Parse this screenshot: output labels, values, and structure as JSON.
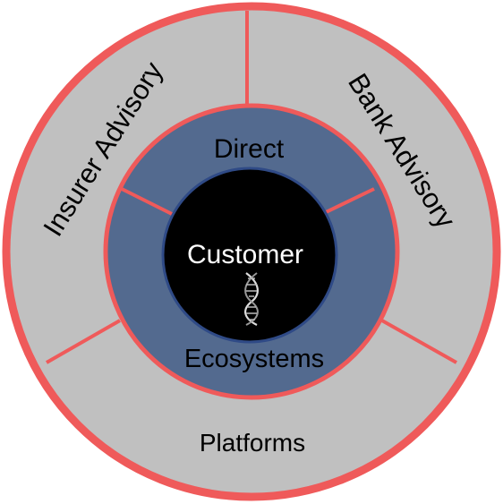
{
  "diagram": {
    "center_label": "Customer",
    "center_icon": "dna-helix-icon",
    "middle_ring": {
      "top_label": "Direct",
      "bottom_label": "Ecosystems"
    },
    "outer_ring": {
      "left_label": "Insurer Advisory",
      "right_label": "Bank Advisory",
      "bottom_label": "Platforms"
    }
  },
  "colors": {
    "outer_fill": "#c0c0c0",
    "outer_stroke": "#ef5a5a",
    "middle_fill": "#536a8f",
    "middle_stroke": "#ef5a5a",
    "inner_fill": "#000000",
    "inner_stroke": "#2f4a86",
    "text_dark": "#000000",
    "text_light": "#ffffff"
  }
}
